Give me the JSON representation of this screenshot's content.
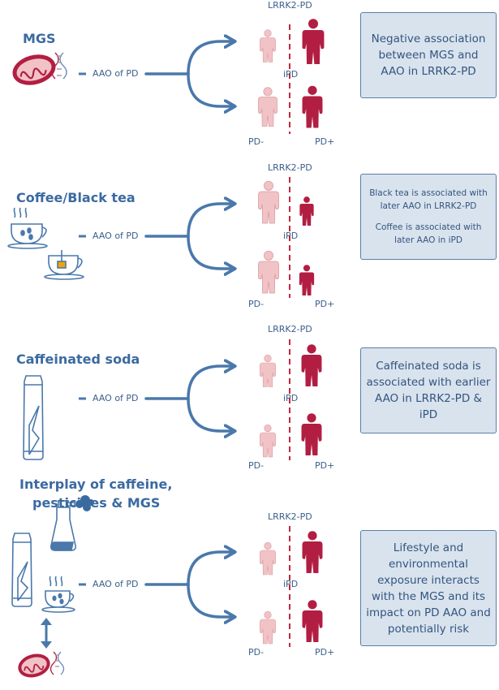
{
  "colors": {
    "arrow": "#4a78ab",
    "pd_plus": "#b21e42",
    "pd_minus": "#f1c3c6",
    "pd_minus_stroke": "#d99aa0",
    "dashed": "#c0283d",
    "box_fill": "#d9e3ee",
    "box_border": "#5a7ea8",
    "title": "#3b6aa0"
  },
  "labels": {
    "aao": "AAO of PD",
    "lrrk2": "LRRK2-PD",
    "ipd": "iPD",
    "pd_minus": "PD-",
    "pd_plus": "PD+"
  },
  "sections": [
    {
      "title": "MGS",
      "exposure_icon": "mitochondrion-dna-icon",
      "box_lines": [
        "Negative association between MGS and AAO in LRRK2-PD"
      ]
    },
    {
      "title": "Coffee/Black tea",
      "exposure_icon": "coffee-tea-cups-icon",
      "box_lines": [
        "Black tea is associated with later AAO in LRRK2-PD",
        "Coffee is associated with later AAO in iPD"
      ]
    },
    {
      "title": "Caffeinated soda",
      "exposure_icon": "soda-can-icon",
      "box_lines": [
        "Caffeinated soda is associated with earlier AAO in LRRK2-PD & iPD"
      ]
    },
    {
      "title_line1": "Interplay of caffeine,",
      "title_line2": "pesticides & MGS",
      "exposure_icon": "soda-spray-coffee-mitochondrion-icon",
      "box_lines": [
        "Lifestyle and environmental exposure interacts with the MGS and its impact on PD AAO and potentially risk"
      ]
    }
  ]
}
